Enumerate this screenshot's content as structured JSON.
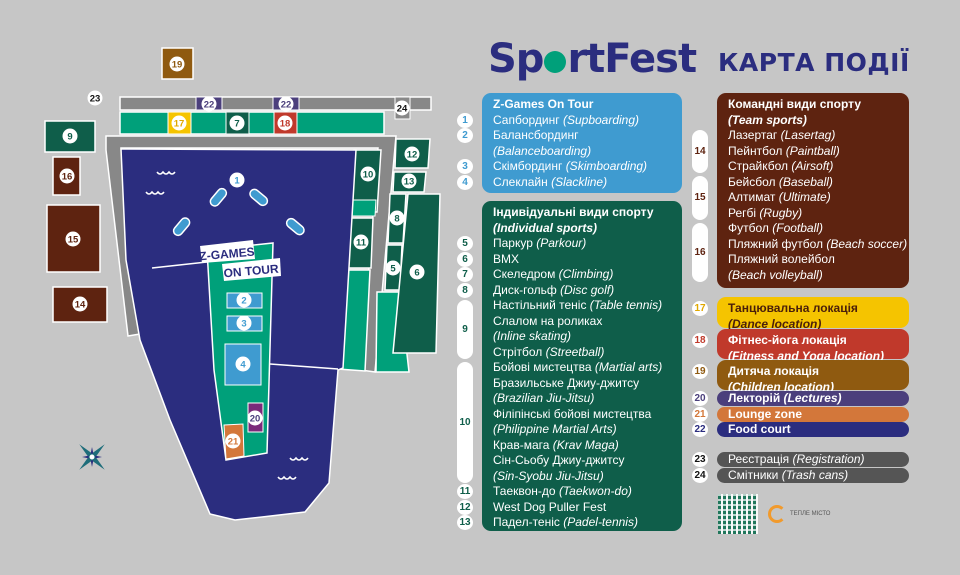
{
  "header": {
    "logo": "SportFest",
    "title": "КАРТА ПОДІЇ"
  },
  "colors": {
    "navy": "#2b2d7f",
    "teal": "#00a07a",
    "dark_green": "#0f5e4a",
    "blue": "#3f9bd0",
    "brown": "#5e2310",
    "yellow": "#f5c400",
    "red": "#c0392b",
    "ochre": "#8f5a10",
    "purple": "#4b3f7c",
    "orange": "#d3773a",
    "gray": "#555555",
    "background": "#c6c6c6"
  },
  "map": {
    "banner_line1": "Z-GAMES",
    "banner_line2": "ON TOUR",
    "markers": {
      "m1": "1",
      "m2": "2",
      "m3": "3",
      "m4": "4",
      "m5": "5",
      "m6": "6",
      "m7": "7",
      "m8": "8",
      "m9": "9",
      "m10": "10",
      "m11": "11",
      "m12": "12",
      "m13": "13",
      "m14": "14",
      "m15": "15",
      "m16": "16",
      "m17": "17",
      "m18": "18",
      "m19": "19",
      "m20": "20",
      "m21": "21",
      "m22a": "22",
      "m22b": "22",
      "m23": "23",
      "m24": "24"
    }
  },
  "legend": {
    "zgames": {
      "title": [
        "Z-Games On Tour"
      ],
      "items": [
        {
          "num": "1",
          "lines": [
            [
              "Сапбординг ",
              "(Supboarding)"
            ]
          ]
        },
        {
          "num": "2",
          "lines": [
            [
              "Балансбординг",
              ""
            ],
            [
              "",
              "(Balanceboarding)"
            ]
          ]
        },
        {
          "num": "3",
          "lines": [
            [
              "Скімбординг ",
              "(Skimboarding)"
            ]
          ]
        },
        {
          "num": "4",
          "lines": [
            [
              "Слеклайн ",
              "(Slackline)"
            ]
          ]
        }
      ]
    },
    "individual": {
      "title": [
        "Індивідуальні види спорту",
        "(Individual sports)"
      ],
      "items": [
        {
          "num": "5",
          "lines": [
            [
              "Паркур ",
              "(Parkour)"
            ]
          ]
        },
        {
          "num": "6",
          "lines": [
            [
              "BMX",
              ""
            ]
          ]
        },
        {
          "num": "7",
          "lines": [
            [
              "Скеледром ",
              "(Climbing)"
            ]
          ]
        },
        {
          "num": "8",
          "lines": [
            [
              "Диск-гольф ",
              "(Disc golf)"
            ]
          ]
        },
        {
          "num": "9",
          "lines": [
            [
              "Настільний теніс ",
              "(Table tennis)"
            ],
            [
              "Слалом на роликах",
              ""
            ],
            [
              "",
              "(Inline skating)"
            ],
            [
              "Стрітбол ",
              "(Streetball)"
            ]
          ]
        },
        {
          "num": "10",
          "lines": [
            [
              "Бойові мистецтва ",
              "(Martial arts)"
            ],
            [
              "Бразильське Джиу-джитсу",
              ""
            ],
            [
              "",
              "(Brazilian Jiu-Jitsu)"
            ],
            [
              "Філіпінські бойові мистецтва",
              ""
            ],
            [
              "",
              "(Philippine Martial Arts)"
            ],
            [
              "Крав-мага ",
              "(Krav Maga)"
            ],
            [
              "Сін-Сьобу Джиу-джитсу",
              ""
            ],
            [
              "",
              "(Sin-Syobu Jiu-Jitsu)"
            ]
          ]
        },
        {
          "num": "11",
          "lines": [
            [
              "Таеквон-до ",
              "(Taekwon-do)"
            ]
          ]
        },
        {
          "num": "12",
          "lines": [
            [
              "West Dog Puller Fest",
              ""
            ]
          ]
        },
        {
          "num": "13",
          "lines": [
            [
              "Падел-теніс ",
              "(Padel-tennis)"
            ]
          ]
        }
      ]
    },
    "team": {
      "title": [
        "Командні види спорту",
        "(Team sports)"
      ],
      "items": [
        {
          "num": "14",
          "lines": [
            [
              "Лазертаг ",
              "(Lasertag)"
            ],
            [
              "Пейнтбол ",
              "(Paintball)"
            ],
            [
              "Страйкбол ",
              "(Airsoft)"
            ]
          ]
        },
        {
          "num": "15",
          "lines": [
            [
              "Бейсбол ",
              "(Baseball)"
            ],
            [
              "Алтимат ",
              "(Ultimate)"
            ],
            [
              "Регбі ",
              "(Rugby)"
            ]
          ]
        },
        {
          "num": "16",
          "lines": [
            [
              "Футбол ",
              "(Football)"
            ],
            [
              "Пляжний футбол ",
              "(Beach soccer)"
            ],
            [
              "Пляжний волейбол",
              ""
            ],
            [
              "",
              "(Beach volleyball)"
            ]
          ]
        }
      ]
    },
    "dance": {
      "title": [],
      "items": [
        {
          "num": "17",
          "lines": [
            [
              "Танцювальна локація",
              ""
            ],
            [
              "",
              "(Dance location)"
            ]
          ]
        }
      ]
    },
    "fitness": {
      "title": [],
      "items": [
        {
          "num": "18",
          "lines": [
            [
              "Фітнес-йога локація",
              ""
            ],
            [
              "",
              "(Fitness and Yoga location)"
            ]
          ]
        }
      ]
    },
    "children": {
      "title": [],
      "items": [
        {
          "num": "19",
          "lines": [
            [
              "Дитяча локація",
              ""
            ],
            [
              "",
              "(Children location)"
            ]
          ]
        }
      ]
    },
    "lectures": {
      "title": [],
      "items": [
        {
          "num": "20",
          "lines": [
            [
              "Лекторій ",
              "(Lectures)"
            ]
          ]
        }
      ]
    },
    "lounge": {
      "title": [],
      "items": [
        {
          "num": "21",
          "lines": [
            [
              "Lounge zone",
              ""
            ]
          ]
        }
      ]
    },
    "food": {
      "title": [],
      "items": [
        {
          "num": "22",
          "lines": [
            [
              "Food court",
              ""
            ]
          ]
        }
      ]
    },
    "registration": {
      "title": [],
      "items": [
        {
          "num": "23",
          "lines": [
            [
              "Реєстрація ",
              "(Registration)"
            ]
          ]
        }
      ]
    },
    "trash": {
      "title": [],
      "items": [
        {
          "num": "24",
          "lines": [
            [
              "Смітники ",
              "(Trash cans)"
            ]
          ]
        }
      ]
    }
  },
  "footer": {
    "partner": "ТЕПЛЕ МІСТО"
  }
}
